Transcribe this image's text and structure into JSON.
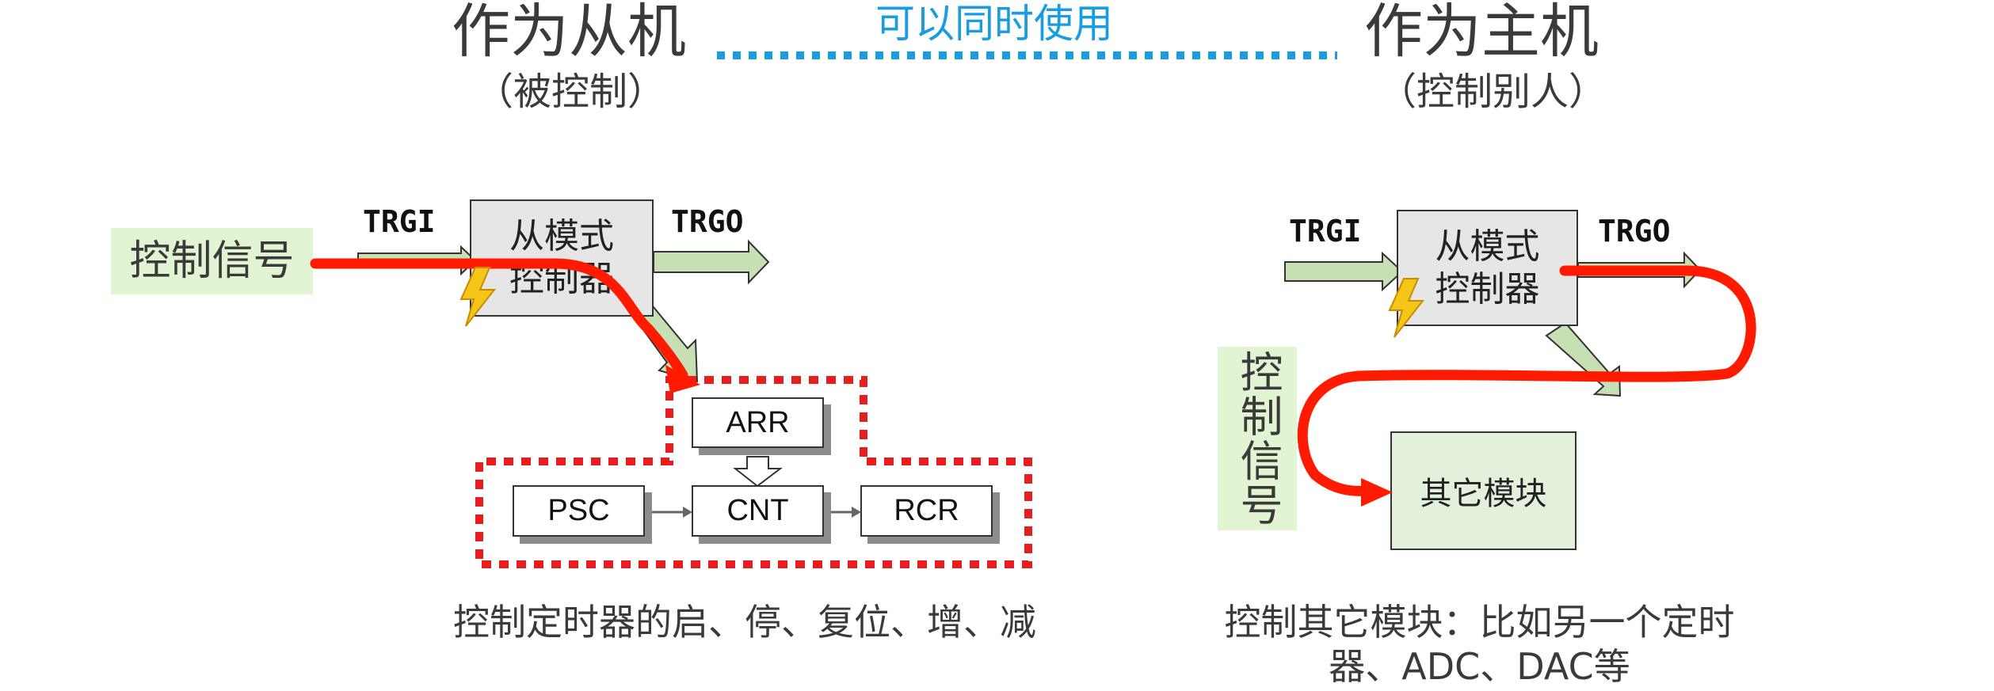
{
  "header": {
    "slave_title": "作为从机",
    "slave_subtitle": "（被控制）",
    "simultaneous": "可以同时使用",
    "master_title": "作为主机",
    "master_subtitle": "（控制别人）"
  },
  "left": {
    "control_signal": "控制信号",
    "trgi": "TRGI",
    "trgo": "TRGO",
    "slave_controller_line1": "从模式",
    "slave_controller_line2": "控制器",
    "arr": "ARR",
    "psc": "PSC",
    "cnt": "CNT",
    "rcr": "RCR",
    "caption": "控制定时器的启、停、复位、增、减"
  },
  "right": {
    "trgi": "TRGI",
    "trgo": "TRGO",
    "slave_controller_line1": "从模式",
    "slave_controller_line2": "控制器",
    "control_signal": "控制信号",
    "other_module": "其它模块",
    "caption": "控制其它模块：比如另一个定时器、ADC、DAC等"
  },
  "colors": {
    "accent_blue": "#1a9ce0",
    "signal_red": "#ff1a00",
    "dotted_red": "#e81e1e",
    "arrow_green": "#c6e0b4",
    "label_green": "#e2f5d3",
    "controller_gray": "#e6e6e6",
    "lightning": "#f5c518"
  },
  "icons": {
    "trigger": "lightning-icon"
  }
}
